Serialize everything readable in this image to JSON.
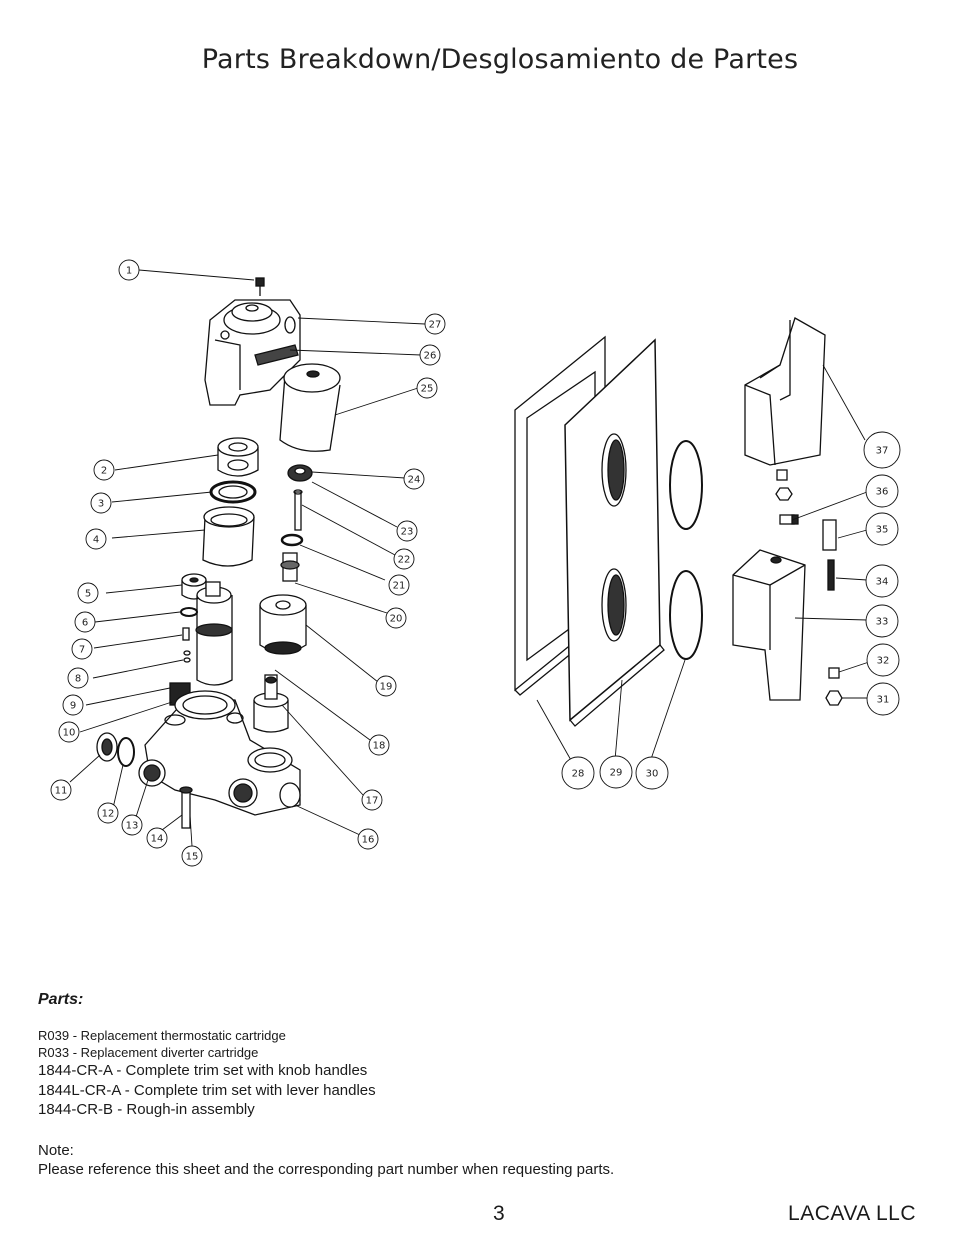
{
  "header": {
    "title": "Parts Breakdown/Desglosamiento de Partes"
  },
  "diagram": {
    "callout_labels": [
      "1",
      "2",
      "3",
      "4",
      "5",
      "6",
      "7",
      "8",
      "9",
      "10",
      "11",
      "12",
      "13",
      "14",
      "15",
      "16",
      "17",
      "18",
      "19",
      "20",
      "21",
      "22",
      "23",
      "24",
      "25",
      "26",
      "27",
      "28",
      "29",
      "30",
      "31",
      "32",
      "33",
      "34",
      "35",
      "36",
      "37"
    ]
  },
  "parts": {
    "heading": "Parts:",
    "items": [
      "R039 - Replacement thermostatic cartridge",
      "R033 - Replacement diverter cartridge",
      "1844-CR-A - Complete trim set with knob handles",
      "1844L-CR-A - Complete trim set with lever handles",
      "1844-CR-B - Rough-in assembly"
    ]
  },
  "note": {
    "label": "Note:",
    "text": "Please reference this sheet and the corresponding part number when requesting parts."
  },
  "footer": {
    "page_number": "3",
    "company": "LACAVA LLC"
  }
}
